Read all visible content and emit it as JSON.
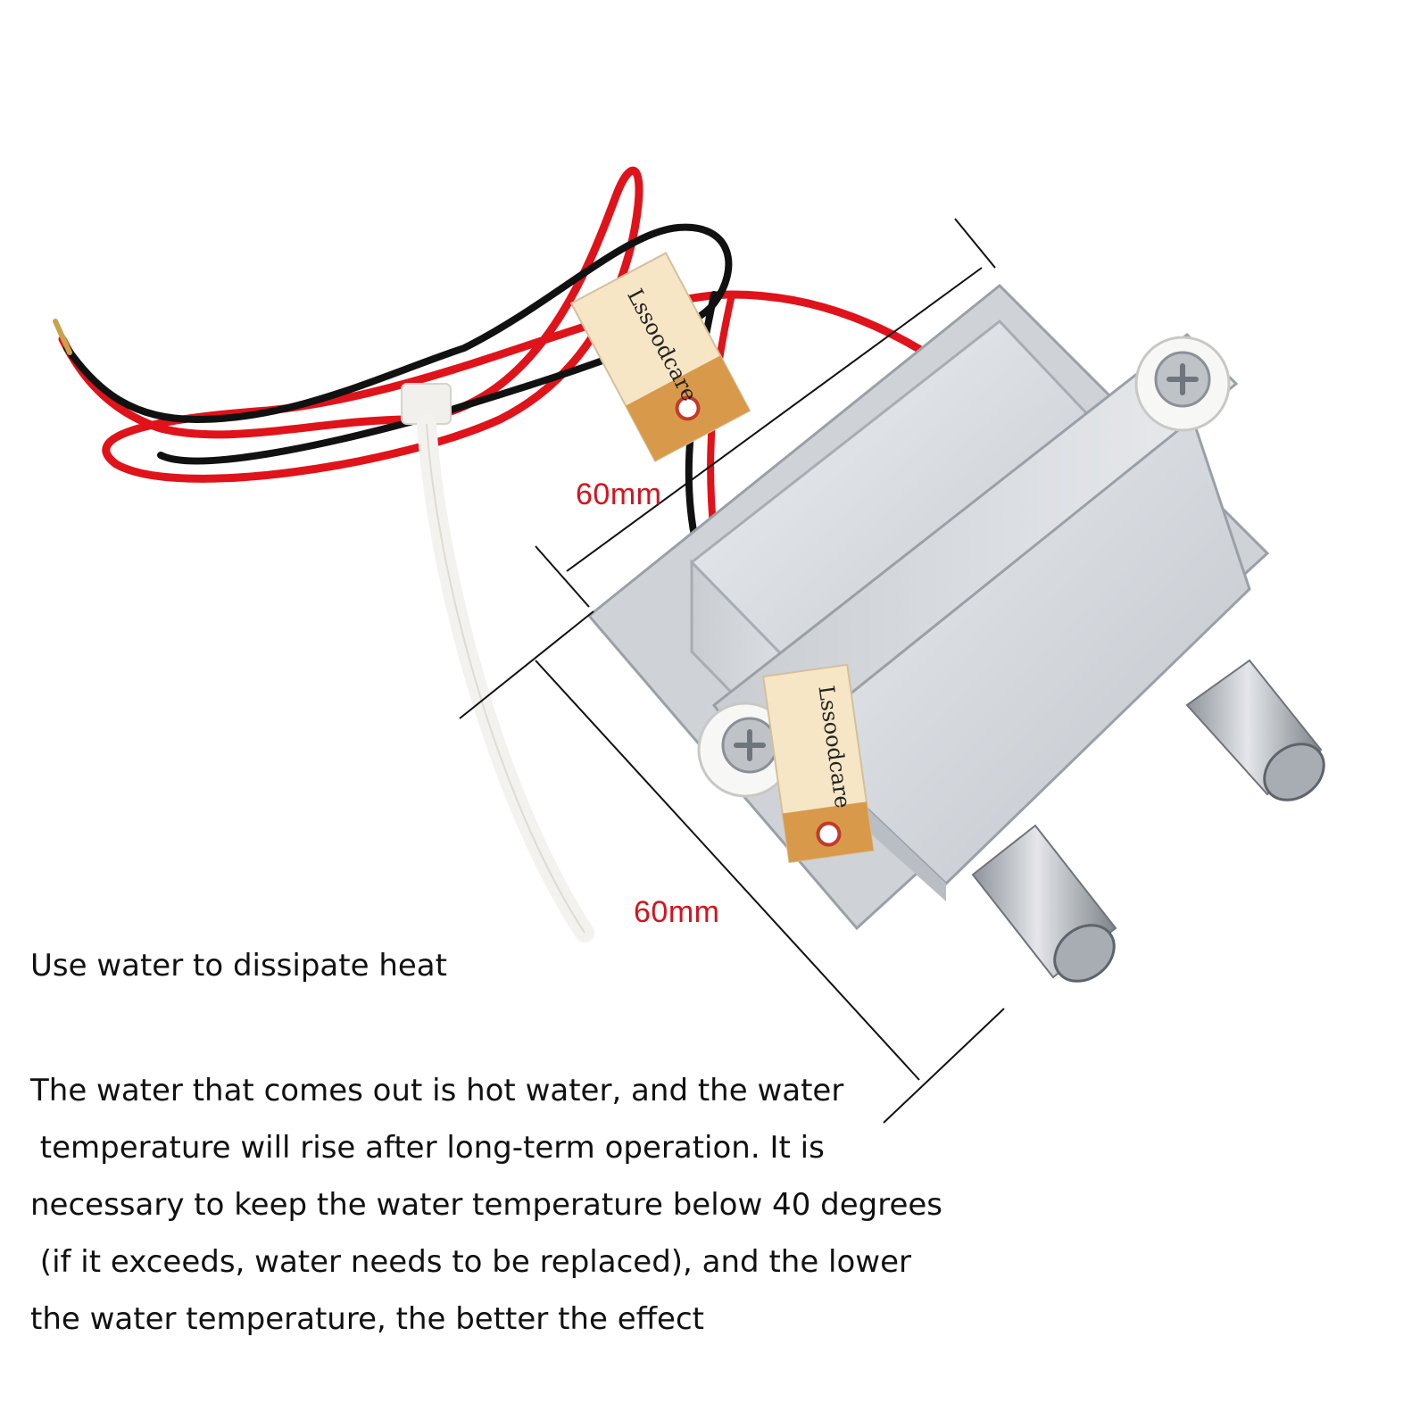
{
  "dimensions": {
    "top_label": "60mm",
    "bottom_label": "60mm",
    "label_color": "#d4141c"
  },
  "tags": {
    "upper_text": "Lssoodcare",
    "lower_text": "Lssoodcare"
  },
  "caption": {
    "heading": "Use water to dissipate heat",
    "lines": [
      "The water that comes out is hot water, and the water",
      " temperature will rise after long-term operation. It is",
      "necessary to keep the water temperature below 40 degrees",
      " (if it exceeds, water needs to be replaced), and the lower",
      "the water temperature, the better the effect"
    ]
  },
  "colors": {
    "wire_red": "#e0121a",
    "wire_black": "#111111",
    "aluminum": "#d9dde2",
    "tag": "#f6e6c6",
    "tag_tab": "#d89a4a"
  }
}
